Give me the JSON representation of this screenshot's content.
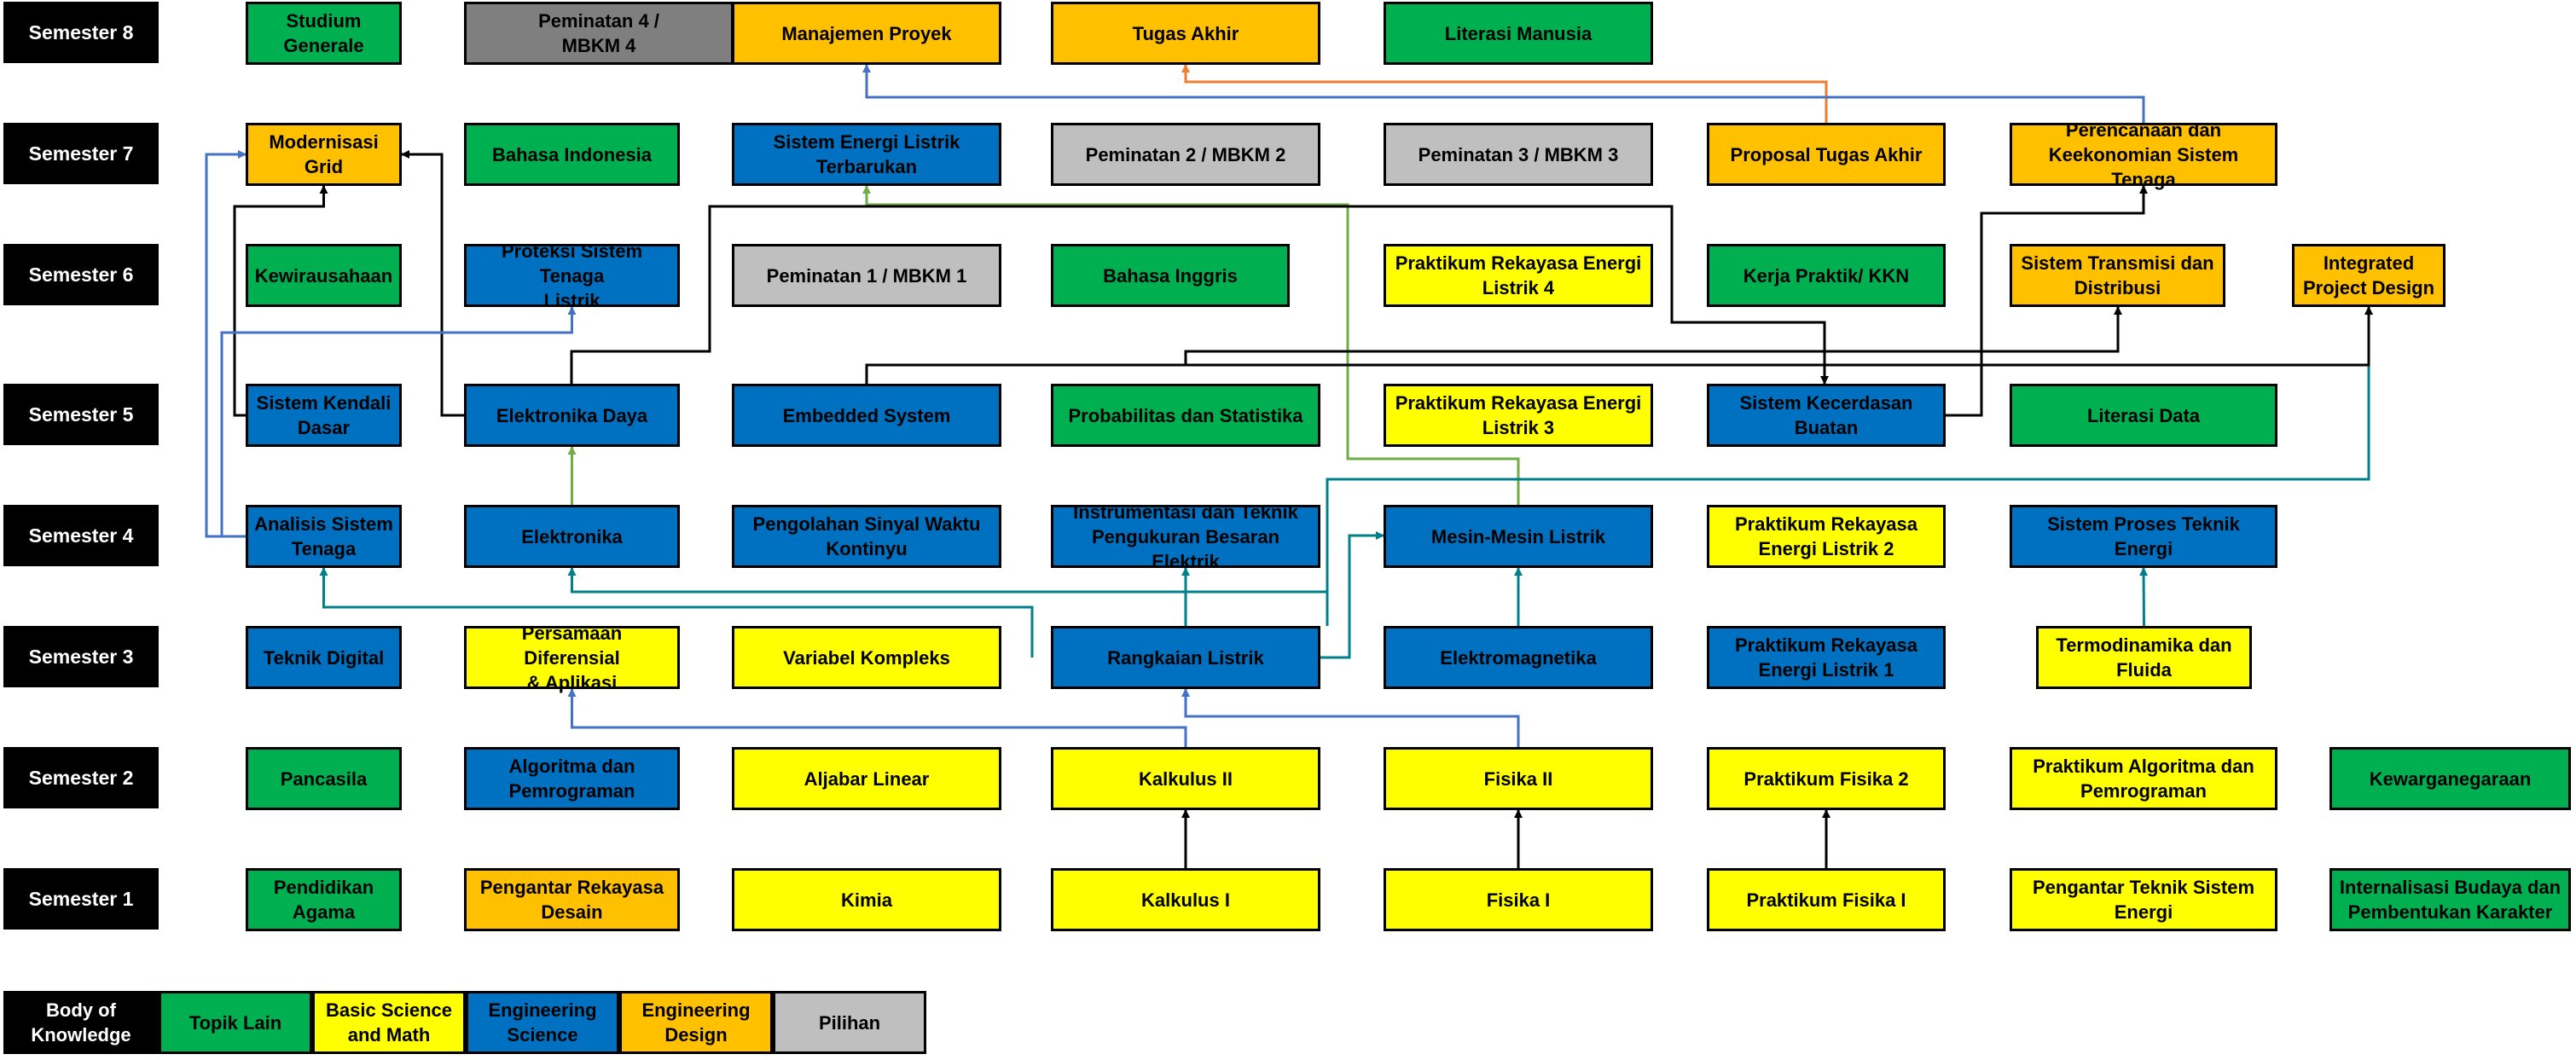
{
  "colors": {
    "topik_lain": "#00b050",
    "basic_science": "#ffff00",
    "engineering_science": "#0070c0",
    "engineering_design": "#ffc000",
    "pilihan": "#bfbfbf",
    "dark_gray": "#7f7f7f",
    "link_blue": "#4472c4",
    "link_orange": "#ed7d31",
    "link_green": "#70ad47",
    "link_teal": "#00808a",
    "link_black": "#000000"
  },
  "semesters": [
    {
      "id": "s8",
      "label": "Semester 8"
    },
    {
      "id": "s7",
      "label": "Semester 7"
    },
    {
      "id": "s6",
      "label": "Semester 6"
    },
    {
      "id": "s5",
      "label": "Semester 5"
    },
    {
      "id": "s4",
      "label": "Semester 4"
    },
    {
      "id": "s3",
      "label": "Semester 3"
    },
    {
      "id": "s2",
      "label": "Semester 2"
    },
    {
      "id": "s1",
      "label": "Semester 1"
    }
  ],
  "courses": [
    {
      "id": "studium_generale",
      "semester": 8,
      "category": "topik_lain",
      "lines": [
        "Studium",
        "Generale"
      ]
    },
    {
      "id": "peminatan_4",
      "semester": 8,
      "category": "dark_gray",
      "lines": [
        "Peminatan 4 /",
        "MBKM 4"
      ]
    },
    {
      "id": "manajemen_proyek",
      "semester": 8,
      "category": "engineering_design",
      "lines": [
        "Manajemen Proyek"
      ]
    },
    {
      "id": "tugas_akhir",
      "semester": 8,
      "category": "engineering_design",
      "lines": [
        "Tugas Akhir"
      ]
    },
    {
      "id": "literasi_manusia",
      "semester": 8,
      "category": "topik_lain",
      "lines": [
        "Literasi Manusia"
      ]
    },
    {
      "id": "modernisasi_grid",
      "semester": 7,
      "category": "engineering_design",
      "lines": [
        "Modernisasi",
        "Grid"
      ]
    },
    {
      "id": "bahasa_indonesia",
      "semester": 7,
      "category": "topik_lain",
      "lines": [
        "Bahasa Indonesia"
      ]
    },
    {
      "id": "sistem_energi_terbarukan",
      "semester": 7,
      "category": "engineering_science",
      "lines": [
        "Sistem Energi Listrik",
        "Terbarukan"
      ]
    },
    {
      "id": "peminatan_2",
      "semester": 7,
      "category": "pilihan",
      "lines": [
        "Peminatan 2 / MBKM 2"
      ]
    },
    {
      "id": "peminatan_3",
      "semester": 7,
      "category": "pilihan",
      "lines": [
        "Peminatan 3 / MBKM 3"
      ]
    },
    {
      "id": "proposal_ta",
      "semester": 7,
      "category": "engineering_design",
      "lines": [
        "Proposal Tugas Akhir"
      ]
    },
    {
      "id": "perencanaan_keekonomian",
      "semester": 7,
      "category": "engineering_design",
      "lines": [
        "Perencanaan dan",
        "Keekonomian Sistem Tenaga"
      ]
    },
    {
      "id": "kewirausahaan",
      "semester": 6,
      "category": "topik_lain",
      "lines": [
        "Kewirausahaan"
      ]
    },
    {
      "id": "proteksi",
      "semester": 6,
      "category": "engineering_science",
      "lines": [
        "Proteksi Sistem Tenaga",
        "Listrik"
      ]
    },
    {
      "id": "peminatan_1",
      "semester": 6,
      "category": "pilihan",
      "lines": [
        "Peminatan 1 / MBKM 1"
      ]
    },
    {
      "id": "bahasa_inggris",
      "semester": 6,
      "category": "topik_lain",
      "lines": [
        "Bahasa Inggris"
      ]
    },
    {
      "id": "praktikum_rel4",
      "semester": 6,
      "category": "basic_science",
      "lines": [
        "Praktikum Rekayasa Energi",
        "Listrik 4"
      ]
    },
    {
      "id": "kerja_praktik",
      "semester": 6,
      "category": "topik_lain",
      "lines": [
        "Kerja Praktik/ KKN"
      ]
    },
    {
      "id": "transmisi_distribusi",
      "semester": 6,
      "category": "engineering_design",
      "lines": [
        "Sistem Transmisi dan",
        "Distribusi"
      ]
    },
    {
      "id": "integrated_design",
      "semester": 6,
      "category": "engineering_design",
      "lines": [
        "Integrated",
        "Project Design"
      ]
    },
    {
      "id": "sistem_kendali",
      "semester": 5,
      "category": "engineering_science",
      "lines": [
        "Sistem Kendali",
        "Dasar"
      ]
    },
    {
      "id": "elektronika_daya",
      "semester": 5,
      "category": "engineering_science",
      "lines": [
        "Elektronika Daya"
      ]
    },
    {
      "id": "embedded_system",
      "semester": 5,
      "category": "engineering_science",
      "lines": [
        "Embedded System"
      ]
    },
    {
      "id": "probabilitas",
      "semester": 5,
      "category": "topik_lain",
      "lines": [
        "Probabilitas dan Statistika"
      ]
    },
    {
      "id": "praktikum_rel3",
      "semester": 5,
      "category": "basic_science",
      "lines": [
        "Praktikum Rekayasa Energi",
        "Listrik 3"
      ]
    },
    {
      "id": "kecerdasan_buatan",
      "semester": 5,
      "category": "engineering_science",
      "lines": [
        "Sistem Kecerdasan",
        "Buatan"
      ]
    },
    {
      "id": "literasi_data",
      "semester": 5,
      "category": "topik_lain",
      "lines": [
        "Literasi Data"
      ]
    },
    {
      "id": "analisis_sistem_tenaga",
      "semester": 4,
      "category": "engineering_science",
      "lines": [
        "Analisis Sistem",
        "Tenaga"
      ]
    },
    {
      "id": "elektronika",
      "semester": 4,
      "category": "engineering_science",
      "lines": [
        "Elektronika"
      ]
    },
    {
      "id": "pengolahan_sinyal",
      "semester": 4,
      "category": "engineering_science",
      "lines": [
        "Pengolahan Sinyal Waktu",
        "Kontinyu"
      ]
    },
    {
      "id": "instrumentasi",
      "semester": 4,
      "category": "engineering_science",
      "lines": [
        "Instrumentasi dan Teknik",
        "Pengukuran Besaran Elektrik"
      ]
    },
    {
      "id": "mesin_listrik",
      "semester": 4,
      "category": "engineering_science",
      "lines": [
        "Mesin-Mesin Listrik"
      ]
    },
    {
      "id": "praktikum_rel2",
      "semester": 4,
      "category": "basic_science",
      "lines": [
        "Praktikum Rekayasa",
        "Energi Listrik 2"
      ]
    },
    {
      "id": "proses_teknik_energi",
      "semester": 4,
      "category": "engineering_science",
      "lines": [
        "Sistem Proses Teknik Energi"
      ]
    },
    {
      "id": "teknik_digital",
      "semester": 3,
      "category": "engineering_science",
      "lines": [
        "Teknik Digital"
      ]
    },
    {
      "id": "persamaan_diferensial",
      "semester": 3,
      "category": "basic_science",
      "lines": [
        "Persamaan Diferensial",
        "& Aplikasi"
      ]
    },
    {
      "id": "variabel_kompleks",
      "semester": 3,
      "category": "basic_science",
      "lines": [
        "Variabel Kompleks"
      ]
    },
    {
      "id": "rangkaian_listrik",
      "semester": 3,
      "category": "engineering_science",
      "lines": [
        "Rangkaian Listrik"
      ]
    },
    {
      "id": "elektromagnetika",
      "semester": 3,
      "category": "engineering_science",
      "lines": [
        "Elektromagnetika"
      ]
    },
    {
      "id": "praktikum_rel1",
      "semester": 3,
      "category": "engineering_science",
      "lines": [
        "Praktikum Rekayasa",
        "Energi Listrik 1"
      ]
    },
    {
      "id": "termodinamika",
      "semester": 3,
      "category": "basic_science",
      "lines": [
        "Termodinamika dan",
        "Fluida"
      ]
    },
    {
      "id": "pancasila",
      "semester": 2,
      "category": "topik_lain",
      "lines": [
        "Pancasila"
      ]
    },
    {
      "id": "algoritma",
      "semester": 2,
      "category": "engineering_science",
      "lines": [
        "Algoritma dan",
        "Pemrograman"
      ]
    },
    {
      "id": "aljabar_linear",
      "semester": 2,
      "category": "basic_science",
      "lines": [
        "Aljabar Linear"
      ]
    },
    {
      "id": "kalkulus_2",
      "semester": 2,
      "category": "basic_science",
      "lines": [
        "Kalkulus II"
      ]
    },
    {
      "id": "fisika_2",
      "semester": 2,
      "category": "basic_science",
      "lines": [
        "Fisika II"
      ]
    },
    {
      "id": "praktikum_fisika_2",
      "semester": 2,
      "category": "basic_science",
      "lines": [
        "Praktikum Fisika 2"
      ]
    },
    {
      "id": "praktikum_algoritma",
      "semester": 2,
      "category": "basic_science",
      "lines": [
        "Praktikum Algoritma dan",
        "Pemrograman"
      ]
    },
    {
      "id": "kewarganegaraan",
      "semester": 2,
      "category": "topik_lain",
      "lines": [
        "Kewarganegaraan"
      ]
    },
    {
      "id": "pendidikan_agama",
      "semester": 1,
      "category": "topik_lain",
      "lines": [
        "Pendidikan",
        "Agama"
      ]
    },
    {
      "id": "pengantar_rekayasa",
      "semester": 1,
      "category": "engineering_design",
      "lines": [
        "Pengantar Rekayasa",
        "Desain"
      ]
    },
    {
      "id": "kimia",
      "semester": 1,
      "category": "basic_science",
      "lines": [
        "Kimia"
      ]
    },
    {
      "id": "kalkulus_1",
      "semester": 1,
      "category": "basic_science",
      "lines": [
        "Kalkulus I"
      ]
    },
    {
      "id": "fisika_1",
      "semester": 1,
      "category": "basic_science",
      "lines": [
        "Fisika I"
      ]
    },
    {
      "id": "praktikum_fisika_1",
      "semester": 1,
      "category": "basic_science",
      "lines": [
        "Praktikum Fisika I"
      ]
    },
    {
      "id": "pengantar_tse",
      "semester": 1,
      "category": "basic_science",
      "lines": [
        "Pengantar Teknik Sistem",
        "Energi"
      ]
    },
    {
      "id": "internalisasi",
      "semester": 1,
      "category": "topik_lain",
      "lines": [
        "Internalisasi Budaya dan",
        "Pembentukan Karakter"
      ]
    }
  ],
  "legend": {
    "title_lines": [
      "Body of",
      "Knowledge"
    ],
    "items": [
      {
        "category": "topik_lain",
        "lines": [
          "Topik Lain"
        ]
      },
      {
        "category": "basic_science",
        "lines": [
          "Basic Science",
          "and Math"
        ]
      },
      {
        "category": "engineering_science",
        "lines": [
          "Engineering",
          "Science"
        ]
      },
      {
        "category": "engineering_design",
        "lines": [
          "Engineering",
          "Design"
        ]
      },
      {
        "category": "pilihan",
        "lines": [
          "Pilihan"
        ]
      }
    ]
  },
  "prerequisites": [
    {
      "from": "kalkulus_1",
      "to": "kalkulus_2",
      "color": "link_black"
    },
    {
      "from": "fisika_1",
      "to": "fisika_2",
      "color": "link_black"
    },
    {
      "from": "praktikum_fisika_1",
      "to": "praktikum_fisika_2",
      "color": "link_black"
    },
    {
      "from": "kalkulus_2",
      "to": "persamaan_diferensial",
      "color": "link_blue"
    },
    {
      "from": "fisika_2",
      "to": "rangkaian_listrik",
      "color": "link_blue"
    },
    {
      "from": "elektromagnetika",
      "to": "mesin_listrik",
      "color": "link_teal"
    },
    {
      "from": "rangkaian_listrik",
      "to": "mesin_listrik",
      "color": "link_teal"
    },
    {
      "from": "rangkaian_listrik",
      "to": "analisis_sistem_tenaga",
      "color": "link_teal"
    },
    {
      "from": "rangkaian_listrik",
      "to": "instrumentasi",
      "color": "link_teal"
    },
    {
      "from": "instrumentasi",
      "to": "elektronika",
      "color": "link_teal"
    },
    {
      "from": "termodinamika",
      "to": "proses_teknik_energi",
      "color": "link_teal"
    },
    {
      "from": "elektronika",
      "to": "elektronika_daya",
      "color": "link_green"
    },
    {
      "from": "mesin_listrik",
      "to": "sistem_energi_terbarukan",
      "color": "link_green"
    },
    {
      "from": "mesin_listrik",
      "to": "integrated_design",
      "color": "link_teal"
    },
    {
      "from": "analisis_sistem_tenaga",
      "to": "modernisasi_grid",
      "color": "link_blue"
    },
    {
      "from": "sistem_kendali",
      "to": "modernisasi_grid",
      "color": "link_black"
    },
    {
      "from": "elektronika_daya",
      "to": "modernisasi_grid",
      "color": "link_black"
    },
    {
      "from": "elektronika_daya",
      "to": "perencanaan_keekonomian",
      "color": "link_black"
    },
    {
      "from": "analisis_sistem_tenaga",
      "to": "proteksi",
      "color": "link_blue"
    },
    {
      "from": "kecerdasan_buatan",
      "to": "perencanaan_keekonomian",
      "color": "link_black"
    },
    {
      "from": "embedded_system",
      "to": "transmisi_distribusi",
      "color": "link_black"
    },
    {
      "from": "embedded_system",
      "to": "integrated_design",
      "color": "link_black"
    },
    {
      "from": "proposal_ta",
      "to": "tugas_akhir",
      "color": "link_orange"
    },
    {
      "from": "perencanaan_keekonomian",
      "to": "manajemen_proyek",
      "color": "link_blue"
    }
  ]
}
